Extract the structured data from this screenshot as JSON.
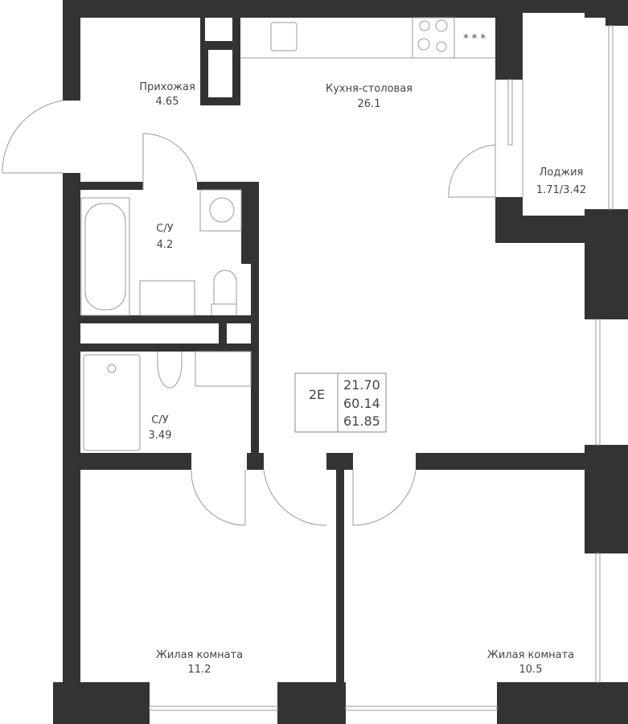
{
  "rooms": {
    "hallway": {
      "name": "Прихожая",
      "area": "4.65"
    },
    "kitchen": {
      "name": "Кухня-столовая",
      "area": "26.1"
    },
    "loggia": {
      "name": "Лоджия",
      "area": "1.71/3.42"
    },
    "bath1": {
      "name": "С/У",
      "area": "4.2"
    },
    "bath2": {
      "name": "С/У",
      "area": "3.49"
    },
    "room1": {
      "name": "Жилая комната",
      "area": "11.2"
    },
    "room2": {
      "name": "Жилая комната",
      "area": "10.5"
    }
  },
  "summary": {
    "type": "2Е",
    "living_area": "21.70",
    "total_area": "60.14",
    "total_with_loggia": "61.85"
  },
  "fridge_mark": "* * *",
  "colors": {
    "wall": "#333333",
    "line": "#999999"
  }
}
